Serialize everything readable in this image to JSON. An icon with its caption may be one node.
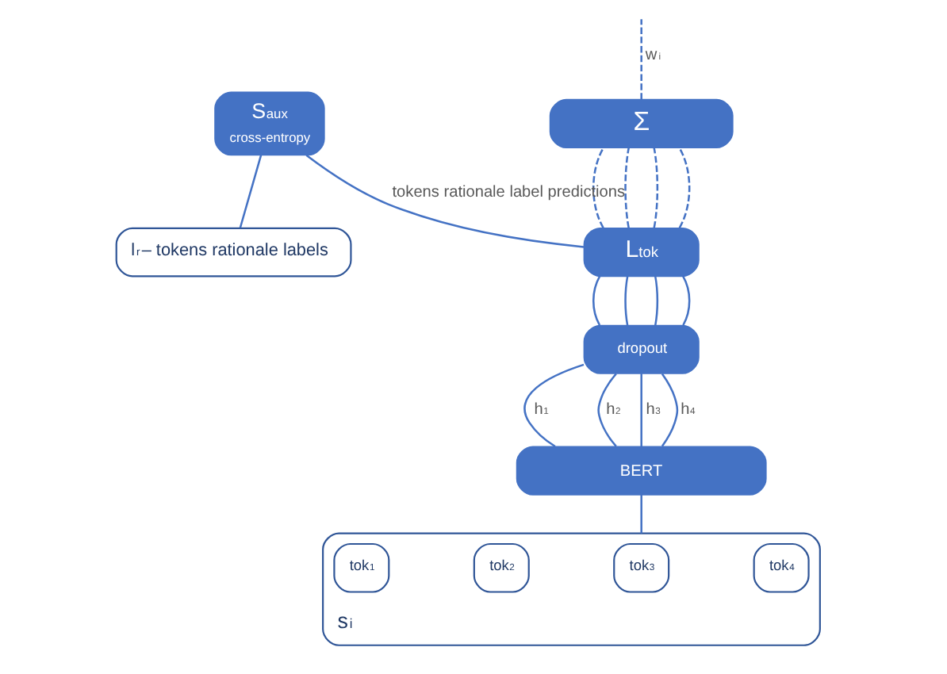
{
  "diagram": {
    "nodes": [
      {
        "text": [
          "Σ"
        ]
      },
      {
        "text": [
          "S$_{aux}$",
          "cross-entropy"
        ]
      },
      {
        "text": [
          "L$_{tok}$"
        ]
      },
      {
        "text": [
          "dropout"
        ]
      },
      {
        "text": [
          "BERT"
        ]
      },
      {
        "text": [
          "s$_{i}$"
        ]
      },
      {
        "text": [
          "tok$_{1}$"
        ],
        "in": 5
      },
      {
        "text": [
          "tok$_{2}$"
        ],
        "in": 5
      },
      {
        "text": [
          "tok$_{3}$"
        ],
        "in": 5
      },
      {
        "text": [
          "tok$_{4}$"
        ],
        "in": 5
      },
      {
        "text": [
          "l$_{r}$– tokens rationale labels"
        ]
      }
    ],
    "edges": [
      {
        "from": 0,
        "to": null,
        "arrow": "none",
        "style": "dashed",
        "label": "w$_{i}$"
      },
      {
        "from": 2,
        "to": 0,
        "arrow": "none",
        "style": "dashed"
      },
      {
        "from": 2,
        "to": 0,
        "arrow": "none",
        "style": "dashed"
      },
      {
        "from": 2,
        "to": 0,
        "arrow": "none",
        "style": "dashed"
      },
      {
        "from": 2,
        "to": 0,
        "arrow": "none",
        "style": "dashed"
      },
      {
        "from": 2,
        "to": 1,
        "arrow": "none",
        "label": "tokens rationale label predictions"
      },
      {
        "from": 10,
        "to": 1,
        "arrow": "none"
      },
      {
        "from": 3,
        "to": 2,
        "arrow": "none"
      },
      {
        "from": 3,
        "to": 2,
        "arrow": "none"
      },
      {
        "from": 3,
        "to": 2,
        "arrow": "none"
      },
      {
        "from": 3,
        "to": 2,
        "arrow": "none"
      },
      {
        "from": 4,
        "to": 3,
        "arrow": "none",
        "label": "h$_{1}$"
      },
      {
        "from": 4,
        "to": 3,
        "arrow": "none",
        "label": "h$_{2}$"
      },
      {
        "from": 4,
        "to": 3,
        "arrow": "none",
        "label": "h$_{3}$"
      },
      {
        "from": 4,
        "to": 3,
        "arrow": "none",
        "label": "h$_{4}$"
      },
      {
        "from": 5,
        "to": 4,
        "arrow": "none"
      }
    ]
  }
}
